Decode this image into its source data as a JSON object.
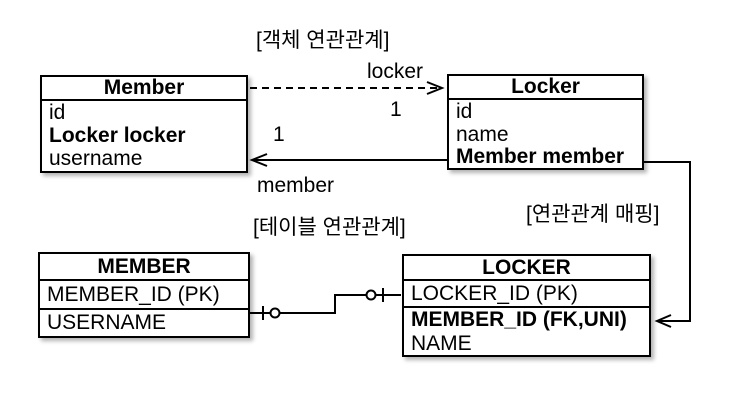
{
  "labels": {
    "object_assoc": "[객체 연관관계]",
    "table_assoc": "[테이블 연관관계]",
    "assoc_mapping": "[연관관계 매핑]"
  },
  "object_diagram": {
    "member_class": {
      "title": "Member",
      "fields": [
        {
          "text": "id",
          "bold": false
        },
        {
          "text": "Locker locker",
          "bold": true
        },
        {
          "text": "username",
          "bold": false
        }
      ]
    },
    "locker_class": {
      "title": "Locker",
      "fields": [
        {
          "text": "id",
          "bold": false
        },
        {
          "text": "name",
          "bold": false
        },
        {
          "text": "Member member",
          "bold": true
        }
      ]
    },
    "edges": {
      "locker_label": "locker",
      "locker_multiplicity": "1",
      "member_label": "member",
      "member_multiplicity": "1"
    }
  },
  "table_diagram": {
    "member_table": {
      "title": "MEMBER",
      "columns": [
        {
          "text": "MEMBER_ID (PK)",
          "bold": false
        },
        {
          "text": "USERNAME",
          "bold": false
        }
      ]
    },
    "locker_table": {
      "title": "LOCKER",
      "columns": [
        {
          "text": "LOCKER_ID (PK)",
          "bold": false
        },
        {
          "text": "MEMBER_ID (FK,UNI)",
          "bold": true
        },
        {
          "text": "NAME",
          "bold": false
        }
      ]
    }
  },
  "colors": {
    "line": "#000000",
    "background": "#ffffff"
  }
}
